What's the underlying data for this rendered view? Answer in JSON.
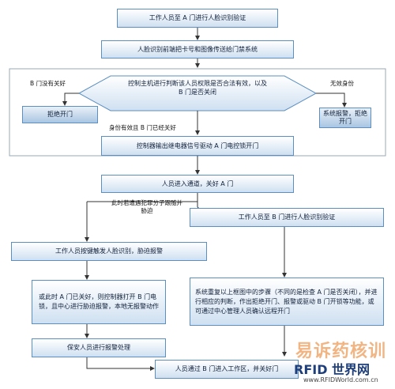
{
  "steps": {
    "s1": "工作人员至 A 门进行人脸识别验证",
    "s2": "人脸识别前端把卡号和图像传送给门禁系统",
    "decision": "控制主机进行判断该人员权限是否合法有效，以及 B 门是否关闭",
    "reject": "拒绝开门",
    "alarm": "系统报警，拒绝开门",
    "s3": "控制器输出继电器信号驱动 A 门电控锁开门",
    "s4": "人员进入通道，关好 A 门",
    "s5": "工作人员至 B 门进行人脸识别验证",
    "s6": "工作人员按键触发人脸识别，胁迫报警",
    "s7": "或此时 A 门已关好，则控制器打开 B 门电锁，且中心进行胁迫报警，本地无报警动作",
    "s8": "系统重复以上框图中的步骤（不同的是检查 A 门是否关闭），并进行相应的判断，作出拒绝开门、报警或驱动 B 门开锁等功能，或可通过中心管理人员确认远程开门",
    "s9": "保安人员进行报警处理",
    "s10": "人员通过 B 门进入工作区，并关好门"
  },
  "labels": {
    "b_not_closed": "B 门没有关好",
    "invalid": "无效身份",
    "valid": "身份有效且 B 门已经关好",
    "duress": "此时若遭遇犯罪分子跟随并胁迫"
  },
  "watermark": {
    "cn": "易诉药核训",
    "brand": "RFID 世界网",
    "url": "www.RFIDWorld.com.cn"
  }
}
